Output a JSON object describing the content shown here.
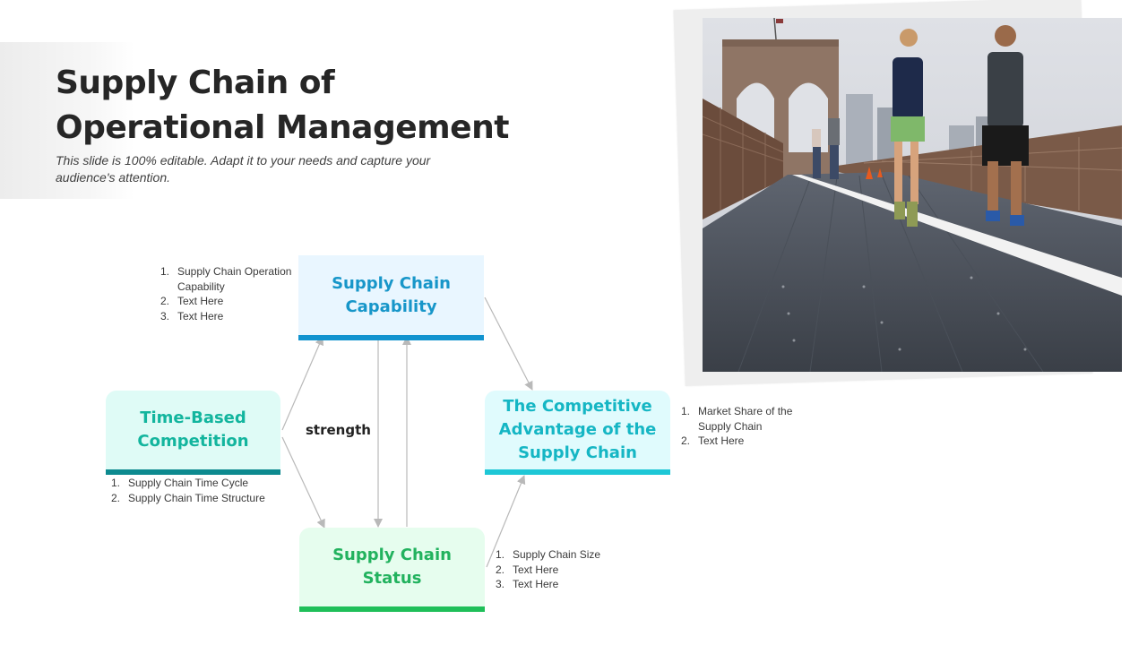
{
  "header": {
    "title_line1": "Supply Chain of",
    "title_line2": "Operational Management",
    "subtitle": "This slide is 100% editable. Adapt it to your needs and capture your audience's attention."
  },
  "diagram": {
    "capability": {
      "label": "Supply Chain Capability",
      "items": [
        "Supply Chain Operation Capability",
        "Text Here",
        "Text Here"
      ]
    },
    "time_based": {
      "label": "Time-Based Competition",
      "items": [
        "Supply Chain Time Cycle",
        "Supply Chain Time Structure"
      ]
    },
    "competitive": {
      "label": "The Competitive Advantage of the Supply Chain",
      "items": [
        "Market Share of the Supply Chain",
        "Text Here"
      ]
    },
    "status": {
      "label": "Supply Chain Status",
      "items": [
        "Supply Chain Size",
        "Text Here",
        "Text Here"
      ]
    },
    "center_label": "strength",
    "number_markers": [
      "1.",
      "2.",
      "3."
    ]
  },
  "colors": {
    "capability_accent": "#1193cf",
    "time_based_accent": "#0d8a8f",
    "competitive_accent": "#1ec7d6",
    "status_accent": "#1fbf59",
    "arrow": "#b9b9b9"
  },
  "photo": {
    "icon": "joggers-on-bridge-photo"
  }
}
